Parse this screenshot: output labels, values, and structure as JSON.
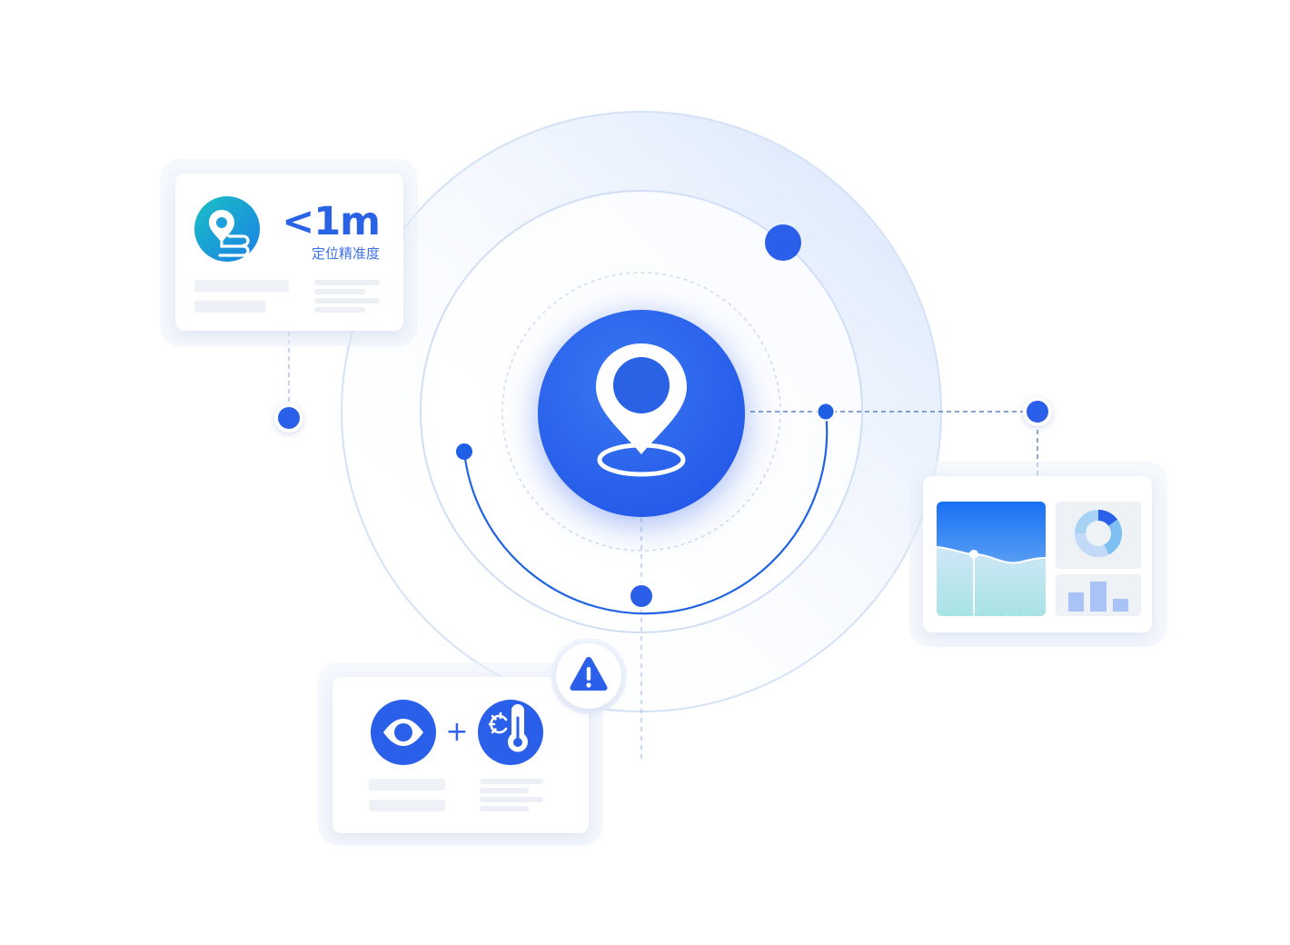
{
  "accuracy_card": {
    "value": "<1m",
    "label": "定位精准度",
    "icon": "location-route-icon"
  },
  "center": {
    "icon": "map-pin-icon"
  },
  "alert": {
    "icon": "warning-triangle-icon"
  },
  "sensor_card": {
    "icons": [
      "eye-icon",
      "temperature-sun-icon"
    ],
    "operator": "+"
  },
  "dashboard_card": {
    "widgets": [
      "area-chart-widget",
      "donut-chart-widget",
      "bar-chart-widget"
    ]
  },
  "colors": {
    "primary": "#2a62e6",
    "accent": "#1c6af0",
    "teal": "#17b7c9",
    "placeholder": "#eef1f5"
  }
}
